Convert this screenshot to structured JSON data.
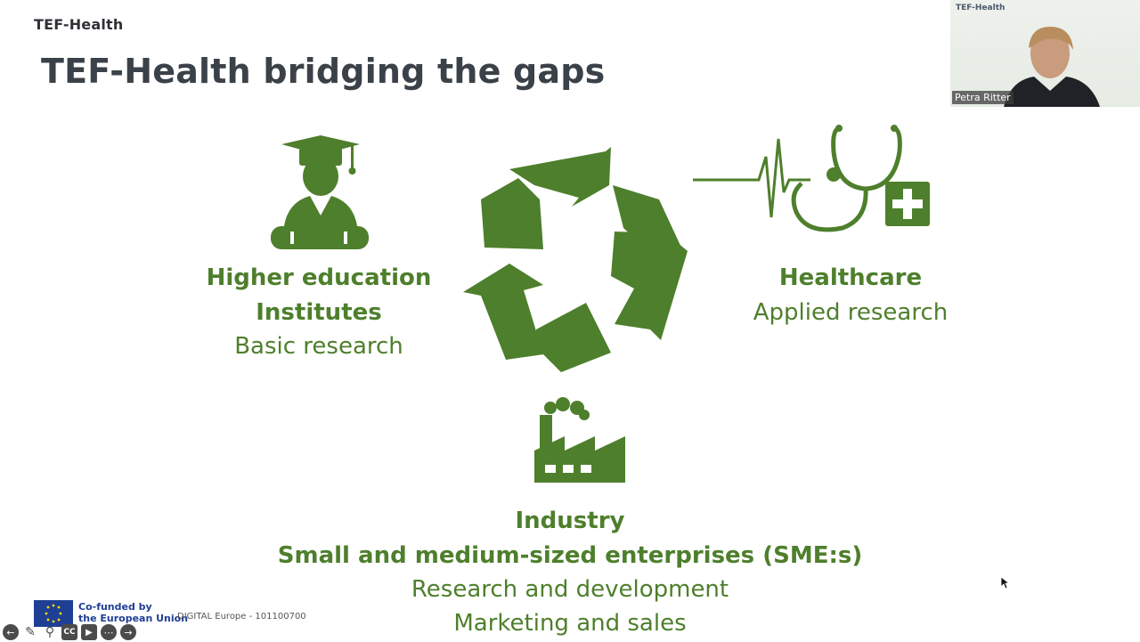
{
  "header": {
    "brand": "TEF-Health"
  },
  "slide": {
    "title": "TEF-Health bridging the gaps",
    "higher_education": {
      "line1": "Higher education",
      "line2": "Institutes",
      "sub": "Basic research"
    },
    "healthcare": {
      "title": "Healthcare",
      "sub": "Applied research"
    },
    "industry": {
      "title": "Industry",
      "line2": "Small and medium-sized enterprises (SME:s)",
      "sub1": "Research and development",
      "sub2": "Marketing and sales"
    }
  },
  "video": {
    "participant": "Petra Ritter",
    "logo_text": "TEF-Health"
  },
  "footer": {
    "cofund_line1": "Co-funded by",
    "cofund_line2": "the European Union",
    "grant": "DIGITAL Europe - 101100700"
  },
  "controls": [
    "previous-slide",
    "pen",
    "zoom",
    "captions",
    "video",
    "more",
    "next-slide"
  ],
  "colors": {
    "accent_green": "#4e7f2c",
    "title_gray": "#3a4148",
    "eu_blue": "#1f3f95"
  }
}
